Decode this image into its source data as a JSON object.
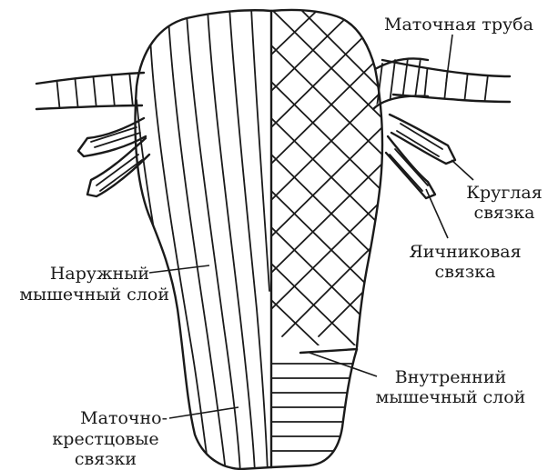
{
  "labels": {
    "tube": "Маточная труба",
    "round_ligament": [
      "Круглая",
      "связка"
    ],
    "ovarian_ligament": [
      "Яичниковая",
      "связка"
    ],
    "inner_layer": [
      "Внутренний",
      "мышечный слой"
    ],
    "outer_layer": [
      "Наружный",
      "мышечный слой"
    ],
    "sacral_ligaments": [
      "Маточно-",
      "крестцовые",
      "связки"
    ]
  }
}
